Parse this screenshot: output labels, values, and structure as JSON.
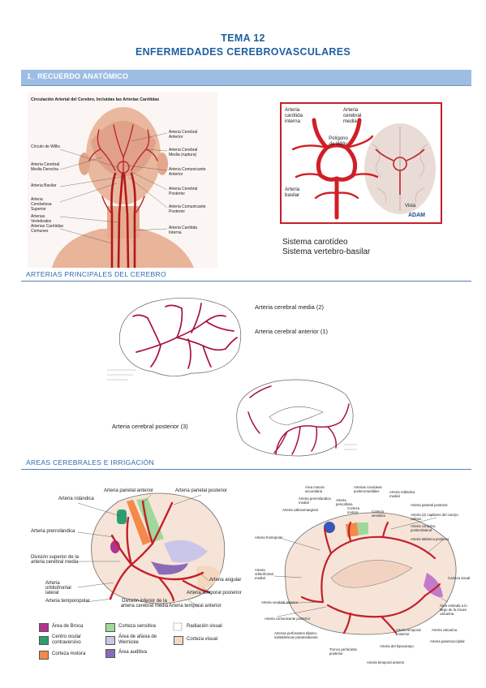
{
  "header": {
    "title": "TEMA 12",
    "subtitle": "ENFERMEDADES CEREBROVASCULARES"
  },
  "section1": {
    "title": "1_ RECUERDO ANATÓMICO"
  },
  "fig_head": {
    "title": "Circulación Arterial del Cerebro, Incluidas las Arterias Carótidas",
    "labels": {
      "acc_anterior": "Arteria Cerebral Anterior",
      "acc_media": "Arteria Cerebral Media (ruptura)",
      "acom_anterior": "Arteria Comunicante Anterior",
      "acc_posterior": "Arteria Cerebral Posterior",
      "acom_posterior": "Arteria Comunicante Posterior",
      "carotida_interna": "Arteria Carótida Interna",
      "circulo": "Círculo de Willis",
      "cerebral_media_izq": "Arteria Cerebral Media Derecha",
      "basilar": "Arteria Basilar",
      "cerebelosa": "Arteria Cerebelosa Superior",
      "vertebrales": "Arterias Vertebrales",
      "carotidas_comunes": "Arterias Carótidas Comunes"
    }
  },
  "fig_willis": {
    "labels": {
      "carotida": "Arteria carótida interna",
      "cerebral_media": "Arteria cerebral media",
      "poligono": "Polígono de Willis",
      "basilar": "Arteria basilar",
      "vista": "Vista",
      "brand": "ADAM"
    },
    "caption_1": "Sistema carotídeo",
    "caption_2": "Sistema vertebro-basilar"
  },
  "section2": {
    "title": "ARTERIAS PRINCIPALES DEL CEREBRO"
  },
  "fig_arteries": {
    "media": "Arteria cerebral media (2)",
    "anterior": "Arteria cerebral anterior (1)",
    "posterior": "Arteria cerebral posterior (3)"
  },
  "section3": {
    "title": "AREAS CEREBRALES E IRRIGACIÓN"
  },
  "fig_lateral": {
    "labels": {
      "rolandica": "Arteria rolándica",
      "parietal_ant": "Arteria parietal anterior",
      "parietal_post": "Arteria parietal posterior",
      "prerolandica": "Arteria prerrolándica",
      "division_sup": "División superior de la arteria cerebral media",
      "orbitofrontal": "Arteria orbitofrontal lateral",
      "temporopolar": "Arteria temporopolar",
      "division_inf": "División inferior de la arteria cerebral media",
      "temporal_post": "Arteria temporal posterior",
      "angular": "Arteria angular",
      "temporal_ant": "Arteria temporal anterior"
    },
    "legend": [
      {
        "label": "Área de Broca",
        "color": "#b0358f"
      },
      {
        "label": "Centro ocular contraversivo",
        "color": "#2f9e6e"
      },
      {
        "label": "Corteza motora",
        "color": "#f28a4a"
      },
      {
        "label": "Corteza sensitiva",
        "color": "#9fd89a"
      },
      {
        "label": "Área de afasia de Wernicke",
        "color": "#c9c6ea"
      },
      {
        "label": "Área auditiva",
        "color": "#8a6bb8"
      },
      {
        "label": "Radiación visual",
        "color": "#ffffff"
      },
      {
        "label": "Corteza visual",
        "color": "#f5d7c0"
      }
    ]
  },
  "fig_medial": {
    "labels": {
      "motora_sec": "Área motora secundaria",
      "paracentral": "Arteria pericallosa",
      "callosomarginal": "Arteria callosomarginal",
      "prefrontal": "Arteria premolandica medial",
      "frontopolar": "Arteria frontopolar",
      "orbitofrontal": "Arteria orbitofrontal medial",
      "cerebral_ant": "Arteria cerebral anterior",
      "com_post": "Arteria comunicante posterior",
      "talamo": "Arterias perforantes tálamo-subtalámicas paramedianas",
      "tronco": "Tronco perforante posterior",
      "temporal_ant": "Arteria temporal anterior",
      "hipocampo": "Arteria del hipocampo",
      "temporal_post": "Arteria temporal posterior",
      "calcarina": "Arteria calcarina",
      "parietooccipital": "Arteria parietooccipital",
      "estriada": "Área estriada a lo largo de la cisura calcarina",
      "corteza_visual": "Corteza visual",
      "talamica": "Arteria talámica posterior",
      "coroidea": "Arteria coroidea posterolateral",
      "cuerpo_calloso": "Arteria (3) capilares del cuerpo calloso",
      "parietal": "Arteria parietal posterior",
      "corteza_sens": "Corteza sensitiva",
      "corteza_motora": "Corteza motora",
      "rolandica": "Arteria rolándica medial",
      "coroidea_post": "Arterias coroideas posteromediales"
    }
  }
}
